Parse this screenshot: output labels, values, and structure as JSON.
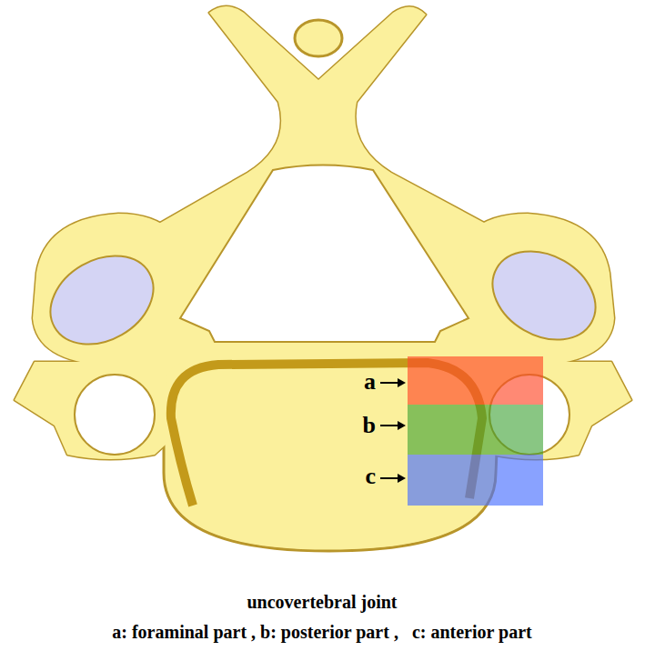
{
  "diagram": {
    "caption": "uncovertebral joint",
    "labels": [
      "a",
      "b",
      "c",
      "a: foraminal part , b: posterior part ,   c: anterior part"
    ]
  }
}
